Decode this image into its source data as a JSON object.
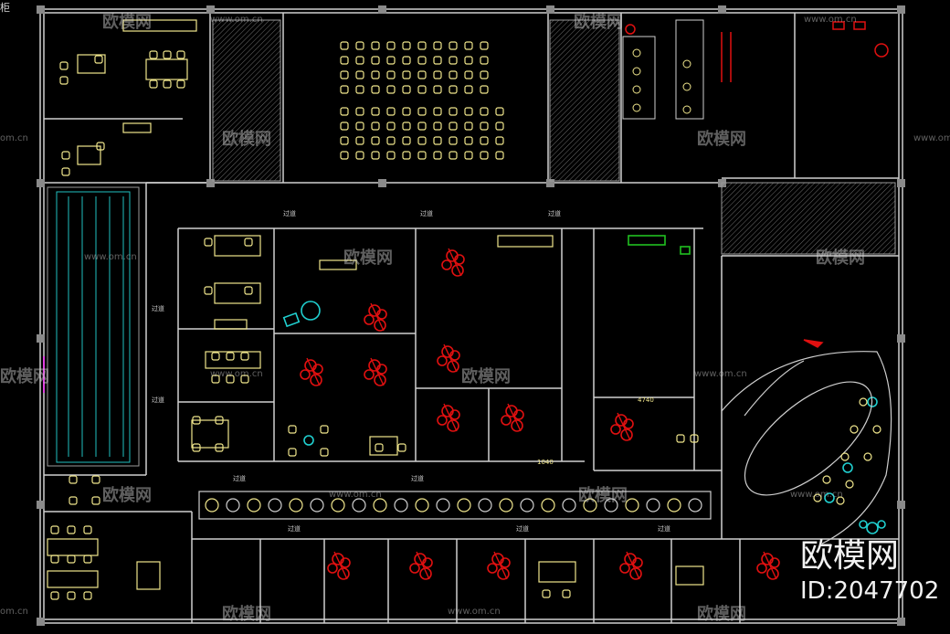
{
  "corner_label": "柜",
  "watermark_text": "欧模网",
  "watermark_url": "www.om.cn",
  "watermark_url_short": "om.cn",
  "brand_text": "欧模网",
  "brand_id": "ID:2047702",
  "room_labels": {
    "corridor": "过道",
    "dim_a": "4740",
    "dim_b": "1040"
  },
  "colors": {
    "wall": "#cfcfcf",
    "furniture": "#f0e68c",
    "red_equipment": "#e01010",
    "cyan_equipment": "#20d0d0",
    "green_equipment": "#20c020",
    "hatch": "#7a7a7a"
  },
  "icons": [
    "cad-floor-plan-icon"
  ]
}
